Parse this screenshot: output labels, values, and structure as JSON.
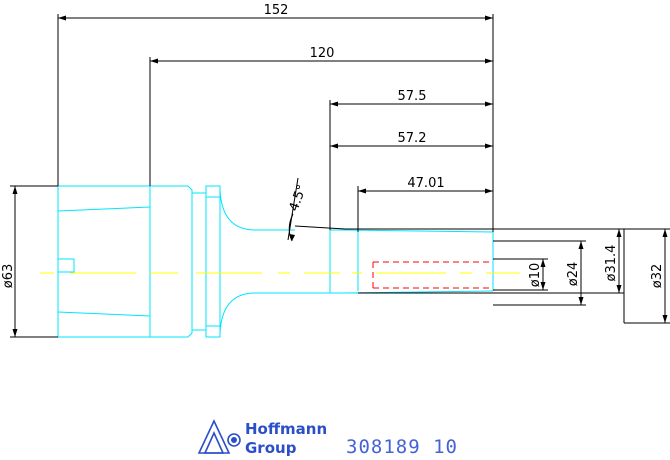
{
  "drawing": {
    "dimensions": {
      "length_overall": "152",
      "length_gauge": "120",
      "length_bore": "57.5",
      "length_bore_inner": "57.2",
      "length_taper": "47.01",
      "angle": "4.5°",
      "dia_flange": "ø63",
      "dia_bore": "ø10",
      "dia_taper_small": "ø24",
      "dia_tip": "ø31.4",
      "dia_shank": "ø32"
    },
    "colors": {
      "outline": "#00e5ff",
      "dimension": "#000000",
      "centerline": "#ffff00",
      "hidden": "#ff0000",
      "brand": "#2b4ec9"
    }
  },
  "title_block": {
    "logo_line1": "Hoffmann",
    "logo_line2": "Group",
    "part_number": "308189 10"
  }
}
